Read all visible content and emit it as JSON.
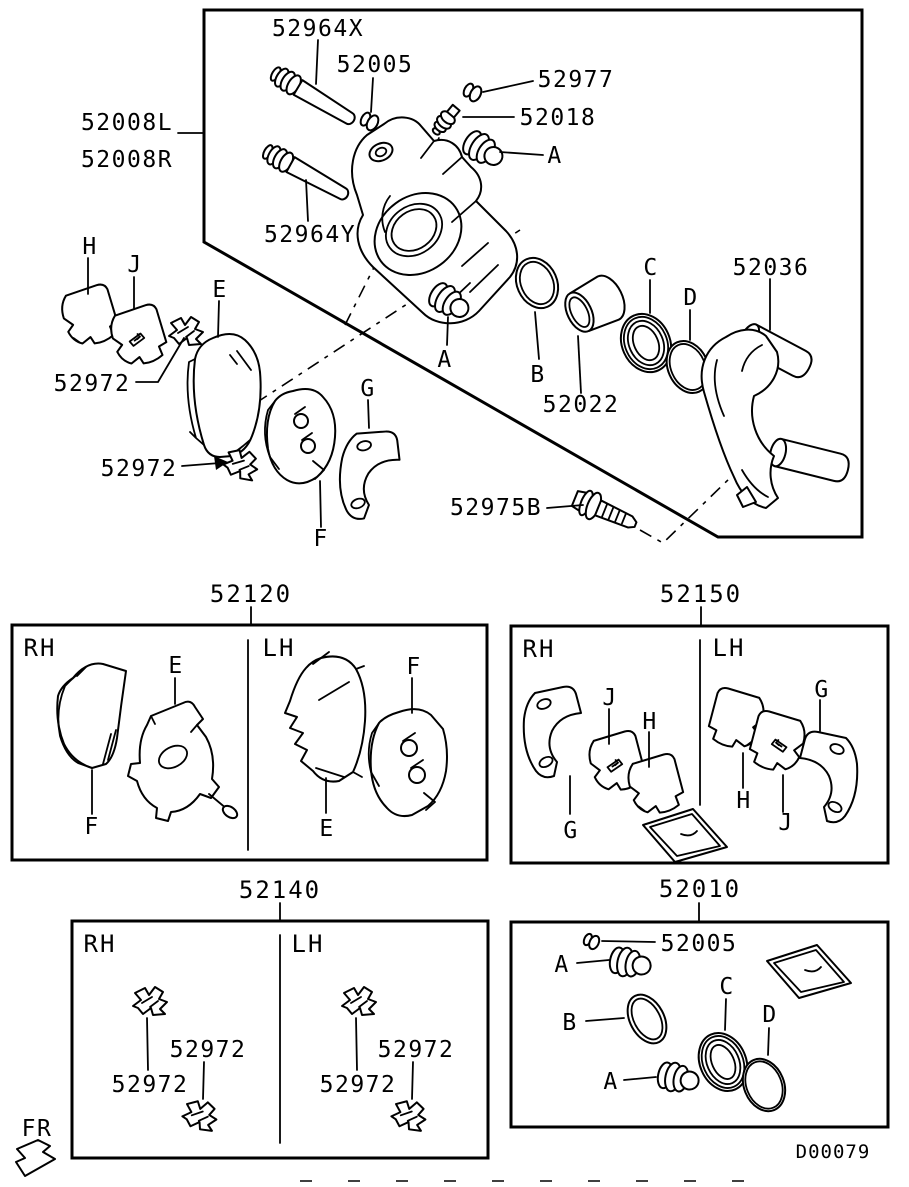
{
  "diagram": {
    "footer_code": "D00079",
    "direction_label": "FR",
    "ink_color": "#000000",
    "background_color": "#ffffff"
  },
  "main_assembly": {
    "part_numbers": {
      "upper_guide_pin": "52964X",
      "pin_cap": "52005",
      "bleeder_cap": "52977",
      "bleeder_screw": "52018",
      "caliper_assy_left": "52008L",
      "caliper_assy_right": "52008R",
      "lower_guide_pin": "52964Y",
      "pad_clip_upper": "52972",
      "pad_clip_lower": "52972",
      "piston": "52022",
      "support_bracket": "52036",
      "lock_bolt": "52975B"
    },
    "ref_letters": {
      "boot_upper": "A",
      "boot_lower": "A",
      "ring_b": "B",
      "seal_c": "C",
      "ring_d": "D",
      "pad_e": "E",
      "pad_f": "F",
      "shim_g": "G",
      "shim_h": "H",
      "shim_j": "J"
    }
  },
  "kits": {
    "pad_kit": {
      "part_number": "52120",
      "rh_label": "RH",
      "lh_label": "LH",
      "rh_plate_letter": "E",
      "rh_pad_letter": "F",
      "lh_plate_letter": "F",
      "lh_pad_letter": "E"
    },
    "shim_kit": {
      "part_number": "52150",
      "rh_label": "RH",
      "lh_label": "LH",
      "rh_j": "J",
      "rh_h": "H",
      "rh_g": "G",
      "lh_h": "H",
      "lh_j": "J",
      "lh_g": "G"
    },
    "clip_kit": {
      "part_number": "52140",
      "rh_label": "RH",
      "lh_label": "LH",
      "rh_clip_upper": "52972",
      "rh_clip_lower": "52972",
      "lh_clip_upper": "52972",
      "lh_clip_lower": "52972"
    },
    "seal_kit": {
      "part_number": "52010",
      "cap": "52005",
      "boot_upper": "A",
      "ring_b": "B",
      "seal_c": "C",
      "ring_d": "D",
      "boot_lower": "A"
    }
  }
}
